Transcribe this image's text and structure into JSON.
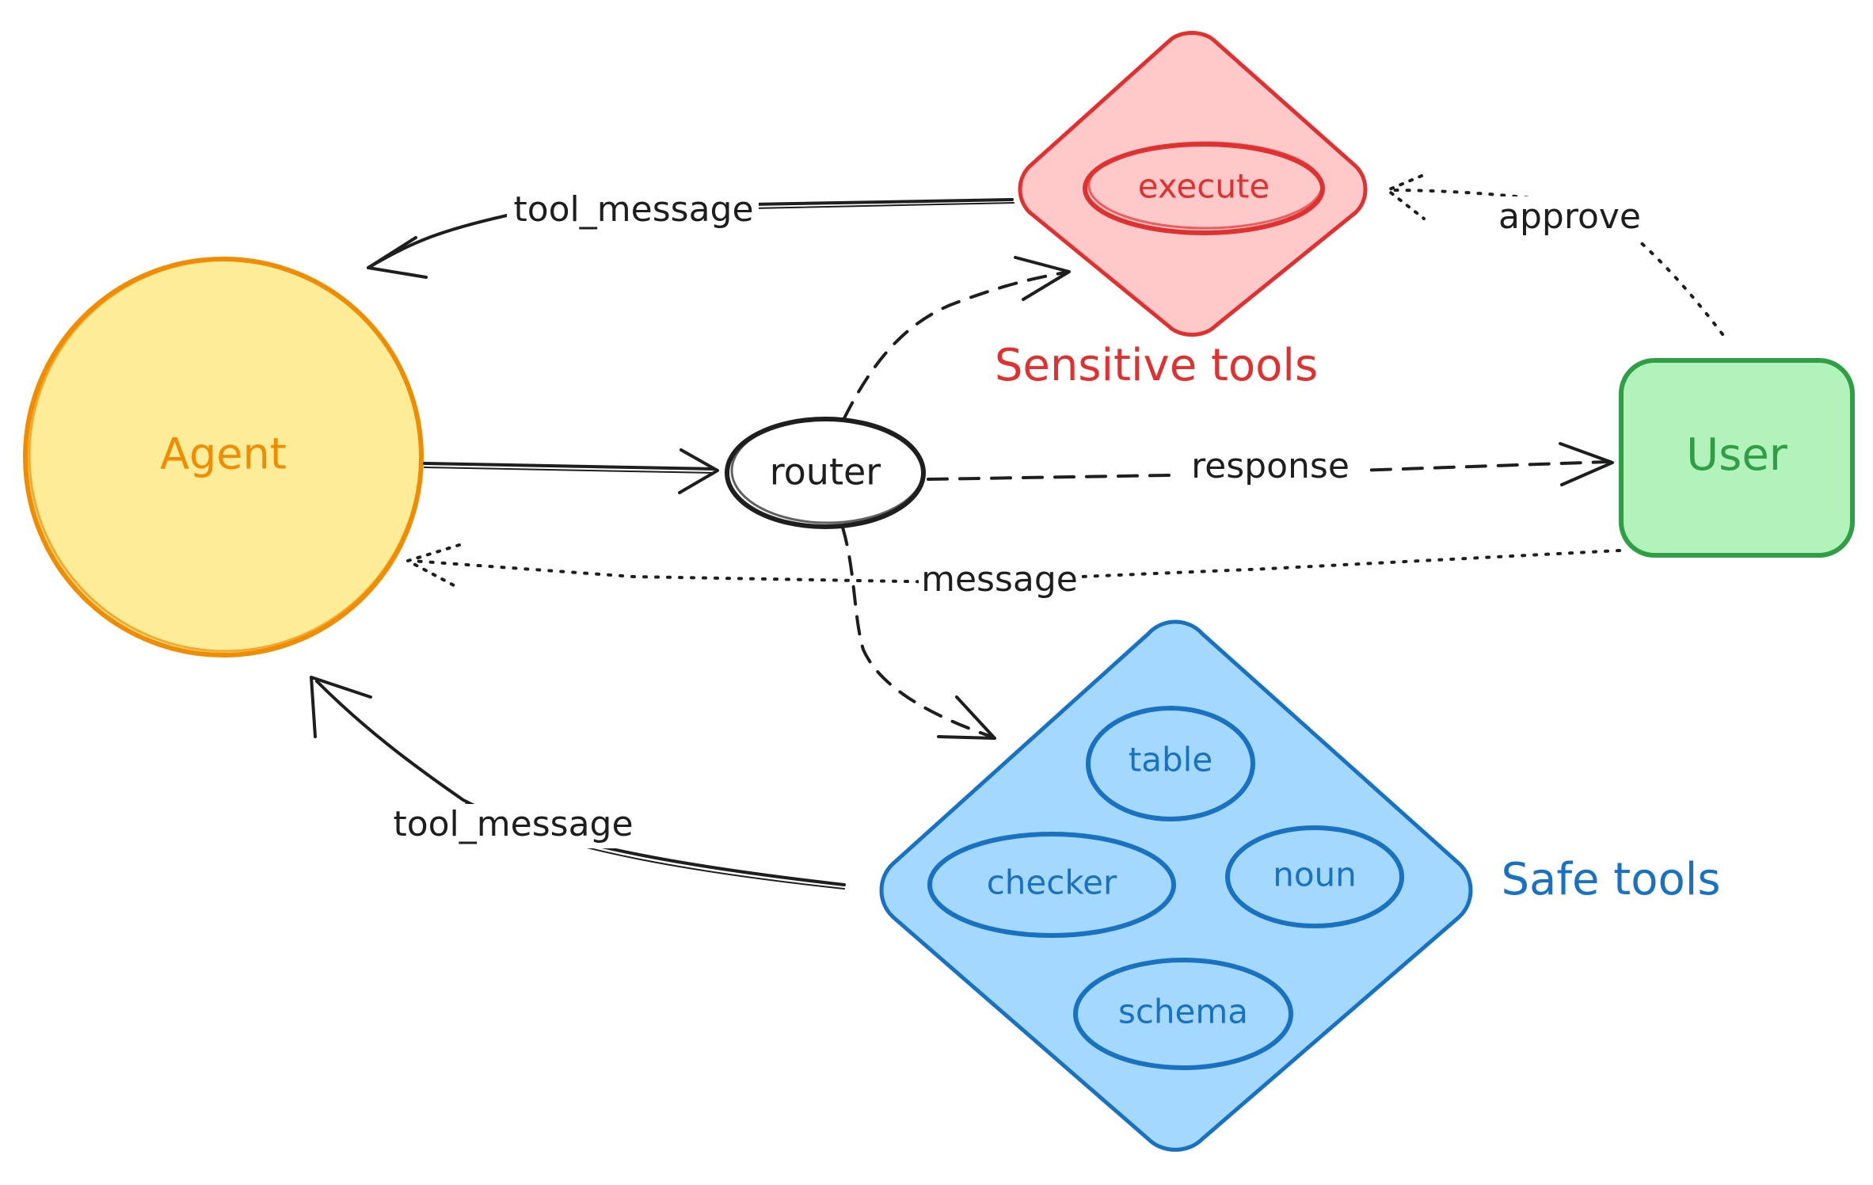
{
  "nodes": {
    "agent": {
      "label": "Agent",
      "stroke": "#f08c00",
      "fill": "#ffec99",
      "text": "#f08c00"
    },
    "router": {
      "label": "router",
      "stroke": "#1e1e1e",
      "fill": "#ffffff",
      "text": "#1e1e1e"
    },
    "user": {
      "label": "User",
      "stroke": "#2f9e44",
      "fill": "#b2f2bb",
      "text": "#2f9e44"
    },
    "sensitive_tools": {
      "caption": "Sensitive tools",
      "stroke": "#e03131",
      "fill": "#ffc9c9",
      "tools": [
        "execute"
      ]
    },
    "safe_tools": {
      "caption": "Safe tools",
      "stroke": "#1971c2",
      "fill": "#a5d8ff",
      "tools": [
        "table",
        "checker",
        "noun",
        "schema"
      ]
    }
  },
  "edges": {
    "sensitive_to_agent": "tool_message",
    "user_to_sensitive": "approve",
    "router_to_user": "response",
    "user_to_agent": "message",
    "safe_to_agent": "tool_message"
  }
}
